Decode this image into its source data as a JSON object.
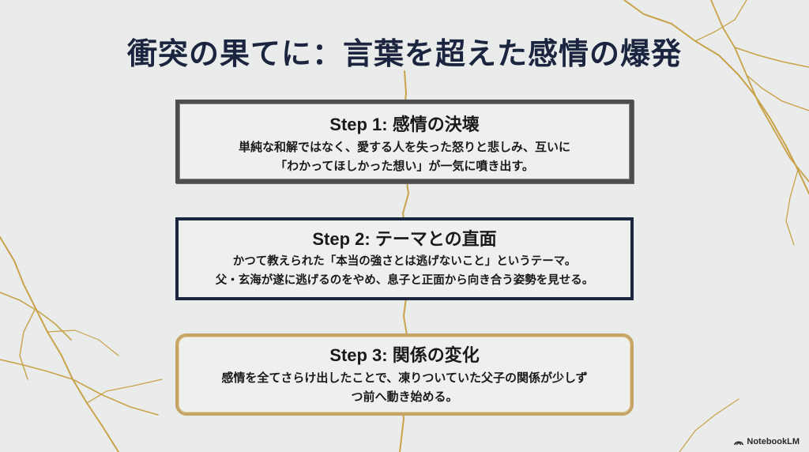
{
  "slide": {
    "title": "衝突の果てに：言葉を超えた感情の爆発"
  },
  "steps": [
    {
      "title": "Step 1: 感情の決壊",
      "lines": [
        "単純な和解ではなく、愛する人を失った怒りと悲しみ、互いに",
        "「わかってほしかった想い」が一気に噴き出す。"
      ]
    },
    {
      "title": "Step 2: テーマとの直面",
      "lines": [
        "かつて教えられた「本当の強さとは逃げないこと」というテーマ。",
        "父・玄海が遂に逃げるのをやめ、息子と正面から向き合う姿勢を見せる。"
      ]
    },
    {
      "title": "Step 3: 関係の変化",
      "lines": [
        "感情を全てさらけ出したことで、凍りついていた父子の関係が少しず",
        "つ前へ動き始める。"
      ]
    }
  ],
  "branding": {
    "label": "NotebookLM",
    "icon": "notebooklm-logo-icon"
  },
  "colors": {
    "background": "#e9ecea",
    "title": "#1c2540",
    "step1_border": "#4e4e4e",
    "step2_border": "#1c2540",
    "step3_border": "#c6a467",
    "gold_crack": "#c9a24a"
  }
}
